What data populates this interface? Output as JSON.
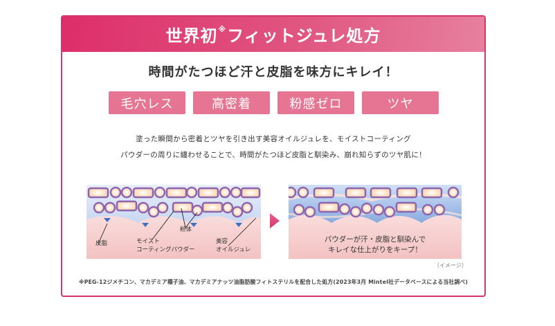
{
  "header": {
    "title_prefix": "世界初",
    "title_mark": "※",
    "title_suffix": "フィットジュレ処方",
    "gradient_start": "#dd2e6a",
    "gradient_end": "#e7809f"
  },
  "subtitle": "時間がたつほど汗と皮脂を味方にキレイ！",
  "tags": [
    {
      "label": "毛穴レス"
    },
    {
      "label": "高密着"
    },
    {
      "label": "粉感ゼロ"
    },
    {
      "label": "ツヤ"
    }
  ],
  "tag_color": "#e57592",
  "description": {
    "line1": "塗った瞬間から密着とツヤを引き出す美容オイルジュレを、モイストコーティング",
    "line2": "パウダーの周りに纏わせることで、時間がたつほど皮脂と馴染み、崩れ知らずのツヤ肌に！"
  },
  "illustration_left": {
    "labels": {
      "sebum": "皮脂",
      "powder": "粉体",
      "moist_line1": "モイスト",
      "moist_line2": "コーティングパウダー",
      "jelly_line1": "美容",
      "jelly_line2": "オイルジュレ"
    }
  },
  "illustration_right": {
    "caption_line1": "パウダーが汗・皮脂と馴染んで",
    "caption_line2": "キレイな仕上がりをキープ！"
  },
  "image_note": "（イメージ）",
  "footnote": "※PEG-12ジメチコン、マカデミア種子油、マカデミアナッツ油脂肪酸フィトステリルを配合した処方(2023年3月 Mintel社データベースによる当社調べ)",
  "colors": {
    "border": "#d6336c",
    "skin": "#f6c9c9",
    "powder_ring": "#8e64b0",
    "powder_fill": "#fbe2c4",
    "oil_blue": "#4f7fc8"
  }
}
